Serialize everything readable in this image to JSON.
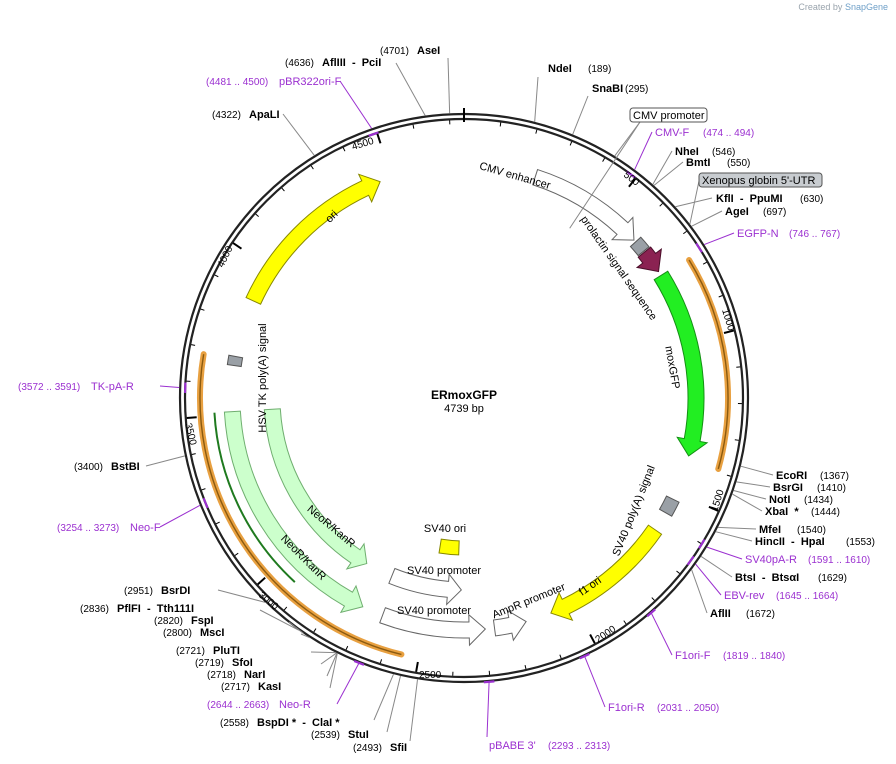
{
  "credit": {
    "prefix": "Created by",
    "brand": "SnapGene"
  },
  "plasmid": {
    "name": "ERmoxGFP",
    "size": "4739 bp",
    "length": 4739
  },
  "ticks": [
    {
      "label": "500",
      "bp": 500
    },
    {
      "label": "1000",
      "bp": 1000
    },
    {
      "label": "1500",
      "bp": 1500
    },
    {
      "label": "2000",
      "bp": 2000
    },
    {
      "label": "2500",
      "bp": 2500
    },
    {
      "label": "3000",
      "bp": 3000
    },
    {
      "label": "3500",
      "bp": 3500
    },
    {
      "label": "4000",
      "bp": 4000
    },
    {
      "label": "4500",
      "bp": 4500
    }
  ],
  "features": [
    {
      "name": "CMV enhancer",
      "color": "#ffffff",
      "stroke": "#666666"
    },
    {
      "name": "prolactin signal sequence",
      "color": "#9aa0a6",
      "stroke": "#555555"
    },
    {
      "name": "",
      "color": "#8b2252",
      "stroke": "#4a0f2a"
    },
    {
      "name": "moxGFP",
      "color": "#22ee22",
      "stroke": "#149014"
    },
    {
      "name": "SV40 poly(A) signal",
      "color": "#9aa0a6",
      "stroke": "#555555"
    },
    {
      "name": "f1 ori",
      "color": "#ffff00",
      "stroke": "#888800"
    },
    {
      "name": "AmpR promoter",
      "color": "#ffffff",
      "stroke": "#666666"
    },
    {
      "name": "SV40 promoter",
      "color": "#ffffff",
      "stroke": "#666666"
    },
    {
      "name": "SV40 promoter",
      "color": "#ffffff",
      "stroke": "#666666"
    },
    {
      "name": "SV40 ori",
      "color": "#ffff00",
      "stroke": "#888800"
    },
    {
      "name": "NeoR/KanR",
      "color": "#ccffcc",
      "stroke": "#6fae6f"
    },
    {
      "name": "NeoR/KanR",
      "color": "#ccffcc",
      "stroke": "#6fae6f"
    },
    {
      "name": "HSV TK poly(A) signal",
      "color": "#9aa0a6",
      "stroke": "#555555"
    },
    {
      "name": "ori",
      "color": "#ffff00",
      "stroke": "#888800"
    }
  ],
  "callout_boxes": [
    {
      "label": "CMV promoter",
      "fill": "#ffffff"
    },
    {
      "label": "Xenopus globin 5'-UTR",
      "fill": "#c8ccd0"
    }
  ],
  "sites": [
    {
      "name": "NdeI",
      "pos": "(189)"
    },
    {
      "name": "SnaBI",
      "pos": "(295)"
    },
    {
      "name": "NheI",
      "pos": "(546)"
    },
    {
      "name": "BmtI",
      "pos": "(550)"
    },
    {
      "name": "KflI  -  PpuMI",
      "pos": "(630)"
    },
    {
      "name": "AgeI",
      "pos": "(697)"
    },
    {
      "name": "EcoRI",
      "pos": "(1367)"
    },
    {
      "name": "BsrGI",
      "pos": "(1410)"
    },
    {
      "name": "NotI",
      "pos": "(1434)"
    },
    {
      "name": "XbaI  *",
      "pos": "(1444)"
    },
    {
      "name": "MfeI",
      "pos": "(1540)"
    },
    {
      "name": "HincII  -  HpaI",
      "pos": "(1553)"
    },
    {
      "name": "BtsI  -  BtsαI",
      "pos": "(1629)"
    },
    {
      "name": "AflII",
      "pos": "(1672)"
    },
    {
      "name": "SfiI",
      "pos": "(2493)"
    },
    {
      "name": "StuI",
      "pos": "(2539)"
    },
    {
      "name": "BspDI *  -  ClaI *",
      "pos": "(2558)"
    },
    {
      "name": "KasI",
      "pos": "(2717)"
    },
    {
      "name": "NarI",
      "pos": "(2718)"
    },
    {
      "name": "SfoI",
      "pos": "(2719)"
    },
    {
      "name": "PluTI",
      "pos": "(2721)"
    },
    {
      "name": "MscI",
      "pos": "(2800)"
    },
    {
      "name": "FspI",
      "pos": "(2820)"
    },
    {
      "name": "PflFI  -  Tth111I",
      "pos": "(2836)"
    },
    {
      "name": "BsrDI",
      "pos": "(2951)"
    },
    {
      "name": "BstBI",
      "pos": "(3400)"
    },
    {
      "name": "ApaLI",
      "pos": "(4322)"
    },
    {
      "name": "AflIII  -  PciI",
      "pos": "(4636)"
    },
    {
      "name": "AseI",
      "pos": "(4701)"
    }
  ],
  "primers": [
    {
      "name": "CMV-F",
      "range": "(474 .. 494)"
    },
    {
      "name": "EGFP-N",
      "range": "(746 .. 767)"
    },
    {
      "name": "SV40pA-R",
      "range": "(1591 .. 1610)"
    },
    {
      "name": "EBV-rev",
      "range": "(1645 .. 1664)"
    },
    {
      "name": "F1ori-F",
      "range": "(1819 .. 1840)"
    },
    {
      "name": "F1ori-R",
      "range": "(2031 .. 2050)"
    },
    {
      "name": "pBABE 3'",
      "range": "(2293 .. 2313)"
    },
    {
      "name": "Neo-R",
      "range": "(2644 .. 2663)"
    },
    {
      "name": "Neo-F",
      "range": "(3254 .. 3273)"
    },
    {
      "name": "TK-pA-R",
      "range": "(3572 .. 3591)"
    },
    {
      "name": "pBR322ori-F",
      "range": "(4481 .. 4500)"
    }
  ],
  "colors": {
    "primer": "#9b30d0",
    "orf_band": "#e8a040",
    "backbone": "#222222"
  }
}
